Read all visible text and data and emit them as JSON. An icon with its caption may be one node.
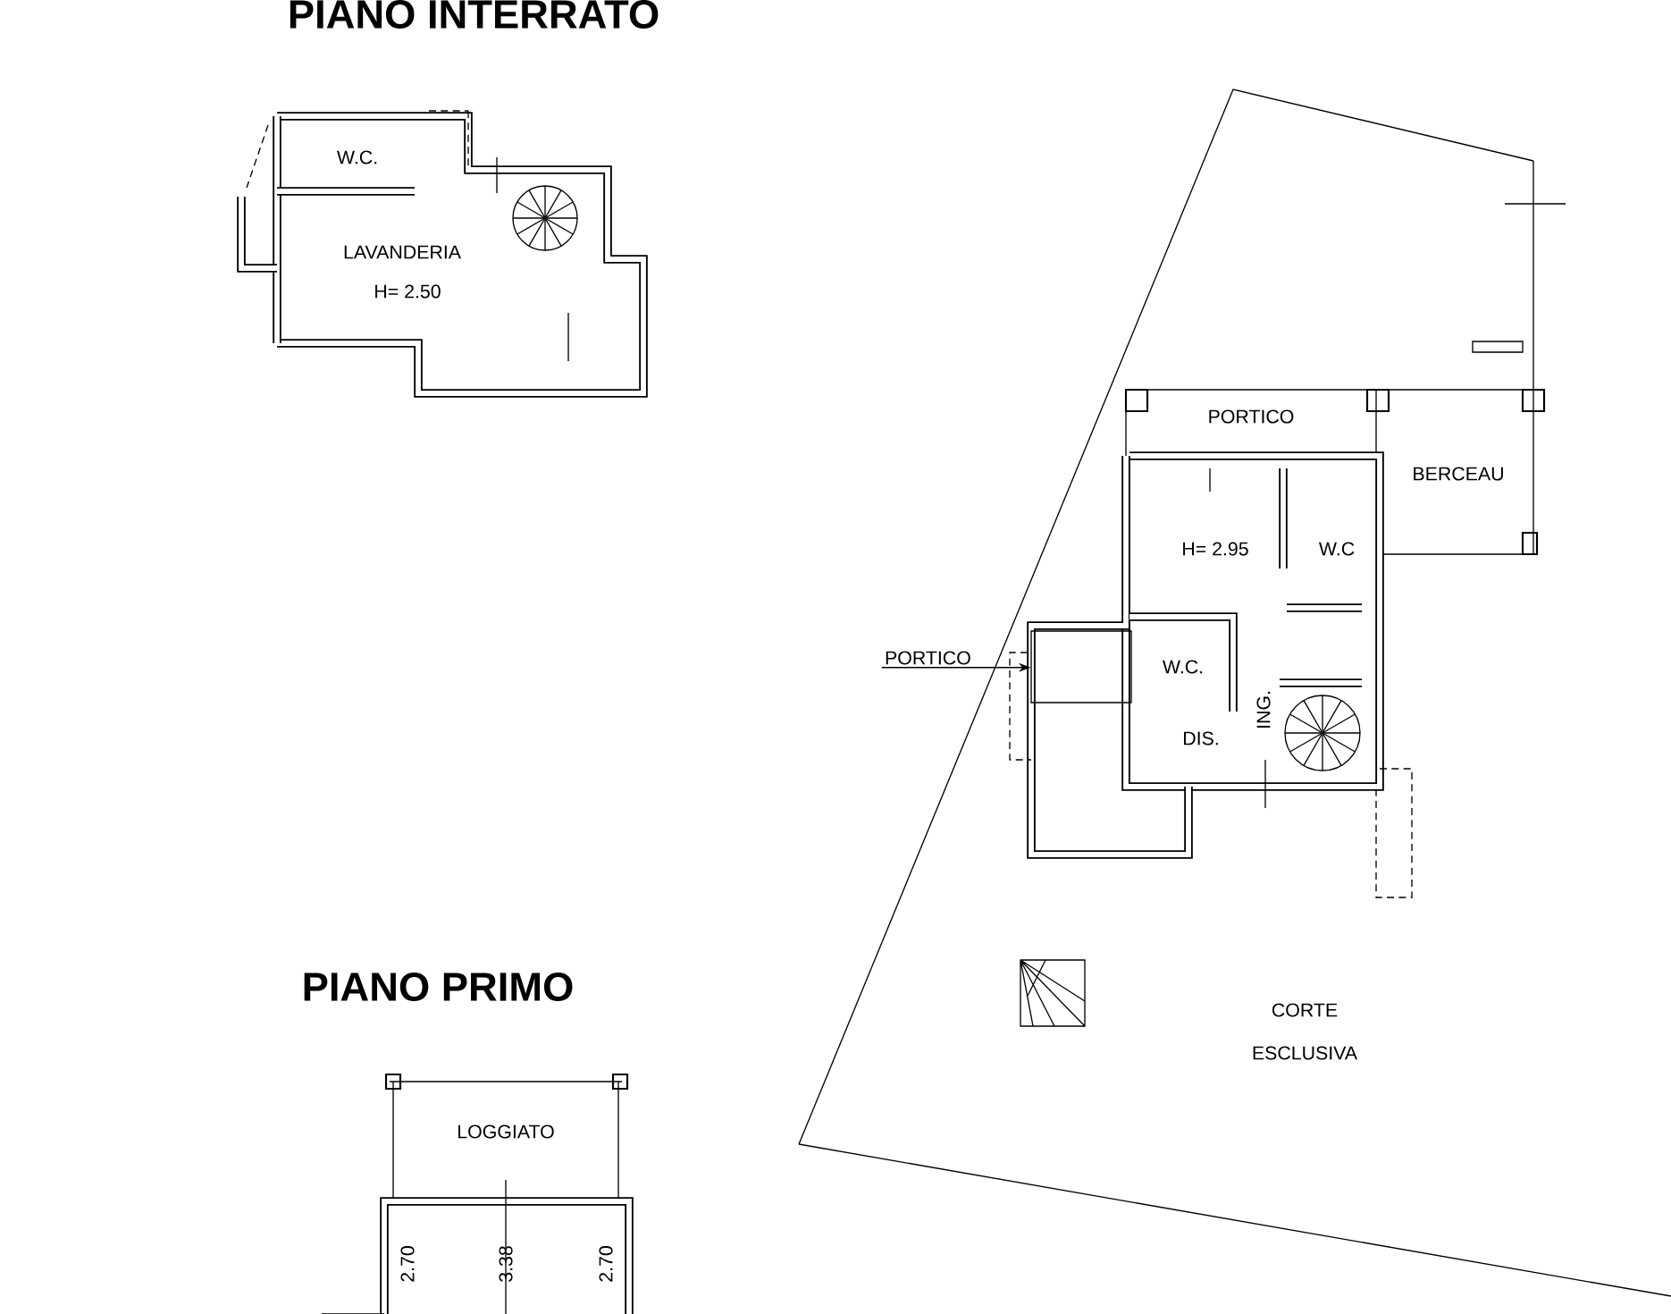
{
  "diagram": {
    "nodes": [
      {
        "text": [
          "PORTICO"
        ]
      },
      {
        "text": [],
        "shape": "box"
      }
    ],
    "edges": [
      {
        "from": 0,
        "to": 1,
        "arrow": "to"
      }
    ],
    "labels": [
      "PIANO INTERRATO",
      "W.C.",
      "LAVANDERIA",
      "H= 2.50",
      "PORTICO",
      "BERCEAU",
      "H= 2.95",
      "W.C",
      "W.C.",
      "DIS.",
      "ING.",
      "PIANO PRIMO",
      "CORTE",
      "ESCLUSIVA",
      "LOGGIATO",
      "2.70",
      "3.38",
      "2.70"
    ]
  }
}
